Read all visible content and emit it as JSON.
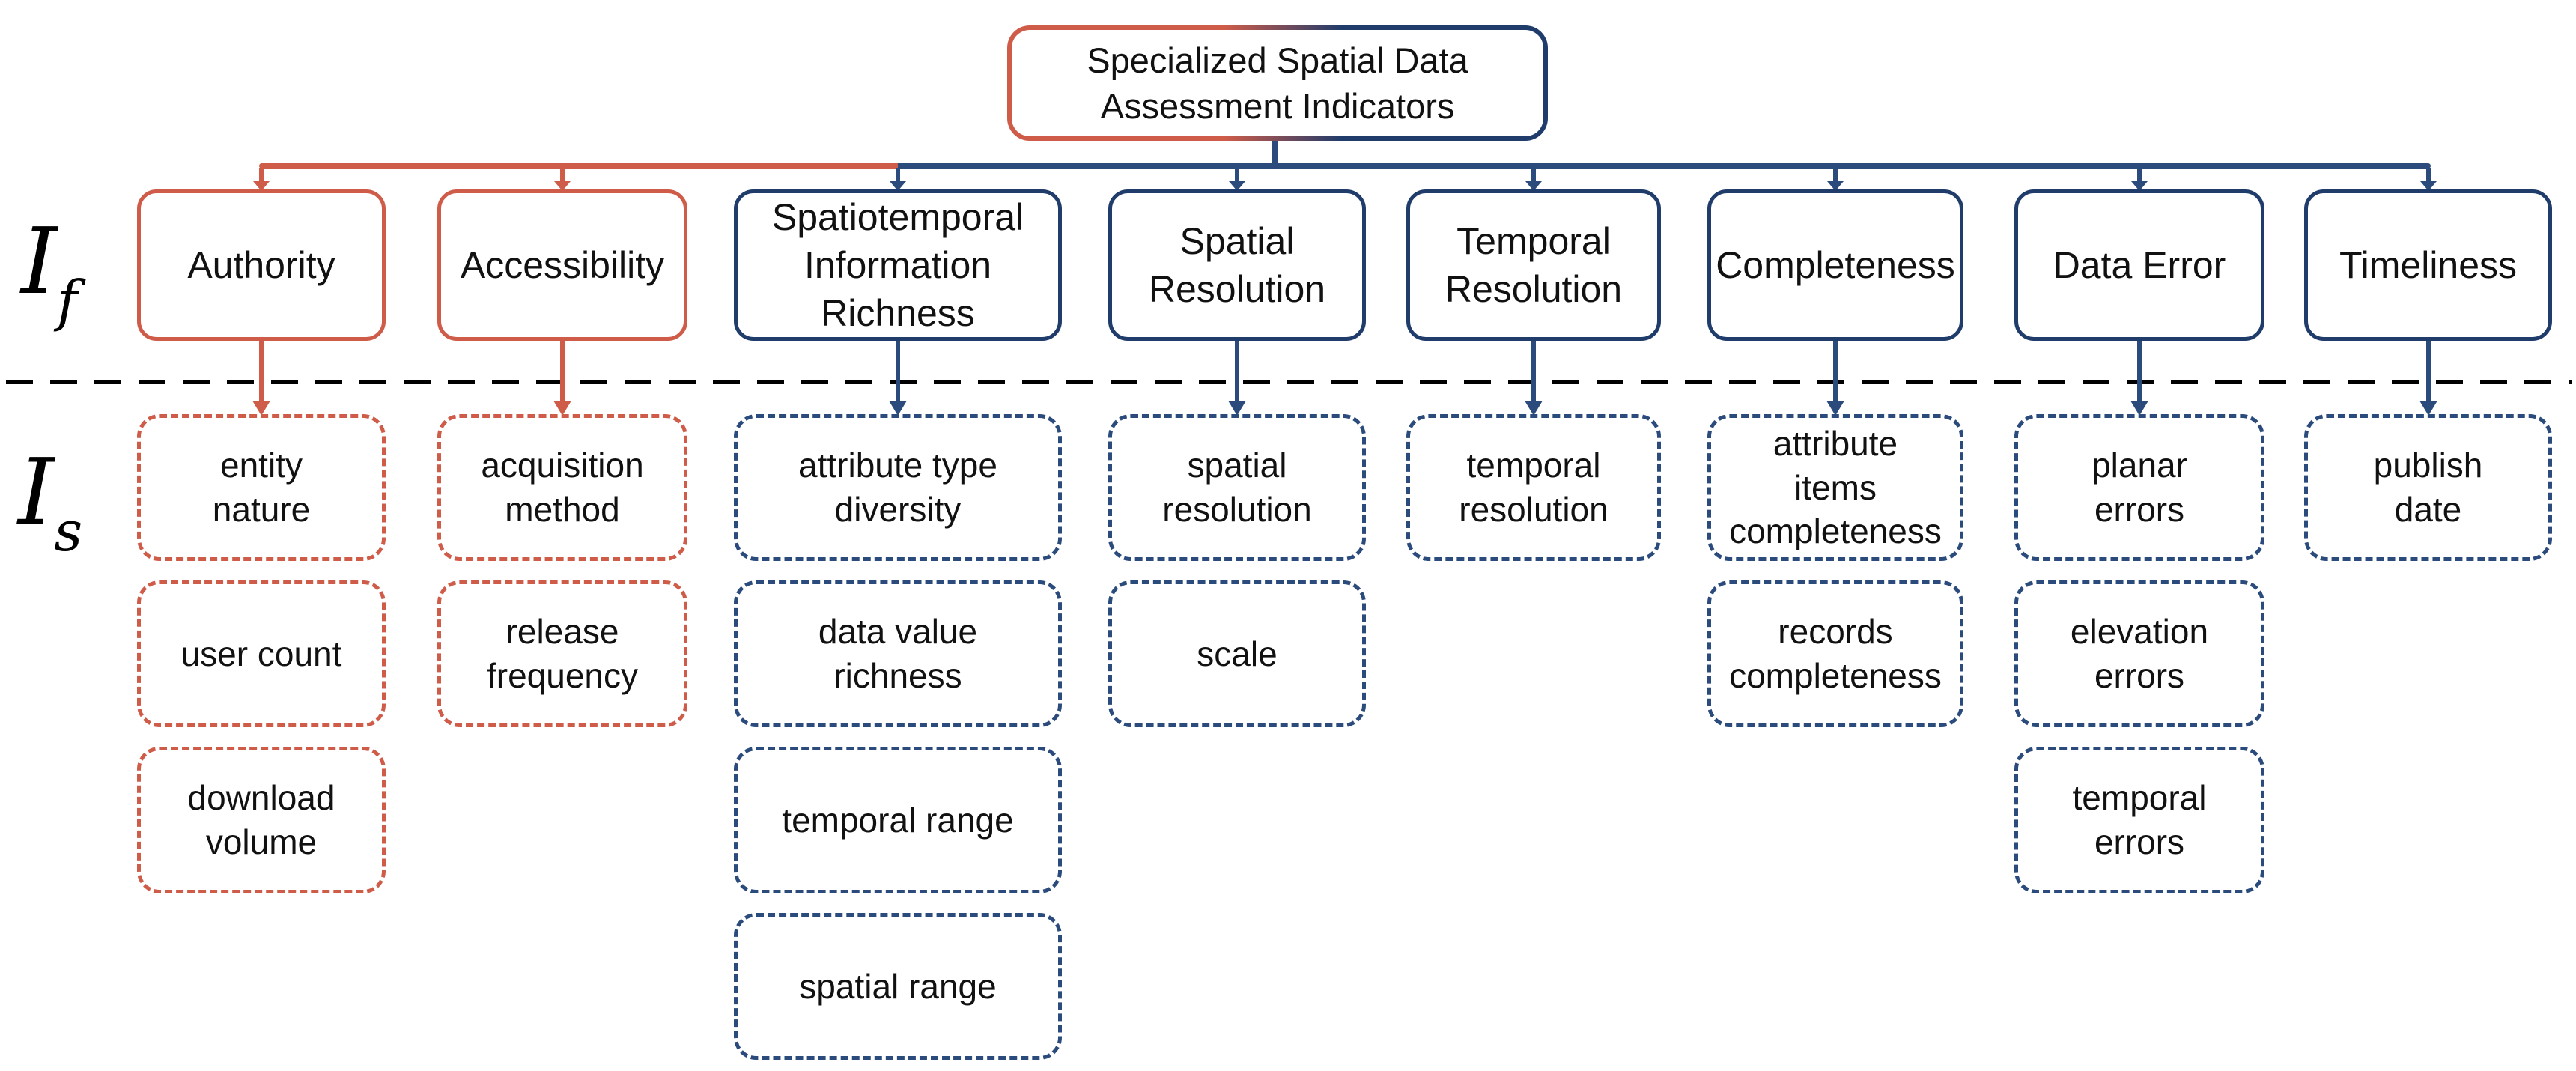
{
  "title_box": {
    "label": "Specialized Spatial Data Assessment Indicators",
    "lines": [
      "Specialized Spatial Data",
      "Assessment Indicators"
    ]
  },
  "row_labels": {
    "factor": {
      "base": "I",
      "subscript": "f"
    },
    "sub": {
      "base": "I",
      "subscript": "s"
    }
  },
  "colors": {
    "red_solid": "#CF5C49",
    "red_line": "#CF5C49",
    "navy_solid": "#1F3C6B",
    "navy_line": "#2A4B7C",
    "separator": "#000000",
    "text": "#111111"
  },
  "columns": [
    {
      "label": "Authority",
      "color_key": "red",
      "label_lines": [
        "Authority"
      ],
      "children": [
        {
          "label": "entity nature",
          "lines": [
            "entity",
            "nature"
          ]
        },
        {
          "label": "user count",
          "lines": [
            "user count"
          ]
        },
        {
          "label": "download volume",
          "lines": [
            "download",
            "volume"
          ]
        }
      ]
    },
    {
      "label": "Accessibility",
      "color_key": "red",
      "label_lines": [
        "Accessibility"
      ],
      "children": [
        {
          "label": "acquisition method",
          "lines": [
            "acquisition",
            "method"
          ]
        },
        {
          "label": "release frequency",
          "lines": [
            "release",
            "frequency"
          ]
        }
      ]
    },
    {
      "label": "Spatiotemporal Information Richness",
      "color_key": "navy",
      "label_lines": [
        "Spatiotemporal",
        "Information",
        "Richness"
      ],
      "children": [
        {
          "label": "attribute type diversity",
          "lines": [
            "attribute type",
            "diversity"
          ]
        },
        {
          "label": "data value richness",
          "lines": [
            "data value",
            "richness"
          ]
        },
        {
          "label": "temporal range",
          "lines": [
            "temporal range"
          ]
        },
        {
          "label": "spatial range",
          "lines": [
            "spatial range"
          ]
        }
      ]
    },
    {
      "label": "Spatial Resolution",
      "color_key": "navy",
      "label_lines": [
        "Spatial",
        "Resolution"
      ],
      "children": [
        {
          "label": "spatial resolution",
          "lines": [
            "spatial",
            "resolution"
          ]
        },
        {
          "label": "scale",
          "lines": [
            "scale"
          ]
        }
      ]
    },
    {
      "label": "Temporal Resolution",
      "color_key": "navy",
      "label_lines": [
        "Temporal",
        "Resolution"
      ],
      "children": [
        {
          "label": "temporal resolution",
          "lines": [
            "temporal",
            "resolution"
          ]
        }
      ]
    },
    {
      "label": "Completeness",
      "color_key": "navy",
      "label_lines": [
        "Completeness"
      ],
      "children": [
        {
          "label": "attribute items completeness",
          "lines": [
            "attribute",
            "items",
            "completeness"
          ]
        },
        {
          "label": "records completeness",
          "lines": [
            "records",
            "completeness"
          ]
        }
      ]
    },
    {
      "label": "Data Error",
      "color_key": "navy",
      "label_lines": [
        "Data Error"
      ],
      "children": [
        {
          "label": "planar errors",
          "lines": [
            "planar",
            "errors"
          ]
        },
        {
          "label": "elevation errors",
          "lines": [
            "elevation",
            "errors"
          ]
        },
        {
          "label": "temporal errors",
          "lines": [
            "temporal",
            "errors"
          ]
        }
      ]
    },
    {
      "label": "Timeliness",
      "color_key": "navy",
      "label_lines": [
        "Timeliness"
      ],
      "children": [
        {
          "label": "publish date",
          "lines": [
            "publish",
            "date"
          ]
        }
      ]
    }
  ]
}
